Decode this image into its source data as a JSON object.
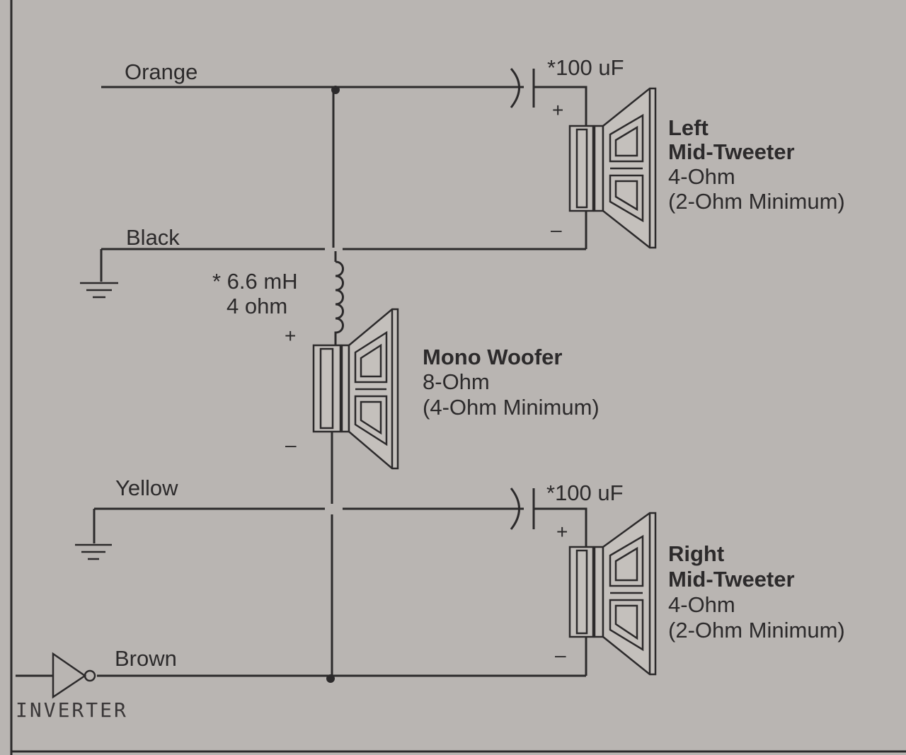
{
  "wires": {
    "orange": "Orange",
    "black": "Black",
    "yellow": "Yellow",
    "brown": "Brown"
  },
  "capacitor_top": "*100 uF",
  "capacitor_bottom": "*100 uF",
  "inductor": {
    "line1": "* 6.6 mH",
    "line2": "4 ohm"
  },
  "signs": {
    "plus": "+",
    "minus": "–"
  },
  "left_speaker": {
    "line1": "Left",
    "line2": "Mid-Tweeter",
    "line3": "4-Ohm",
    "line4": "(2-Ohm Minimum)"
  },
  "woofer": {
    "line1": "Mono Woofer",
    "line2": "8-Ohm",
    "line3": "(4-Ohm Minimum)"
  },
  "right_speaker": {
    "line1": "Right",
    "line2": "Mid-Tweeter",
    "line3": "4-Ohm",
    "line4": "(2-Ohm Minimum)"
  },
  "inverter_label": "INVERTER",
  "colors": {
    "paper": "#b9b5b2",
    "ink": "#2c2a2b"
  }
}
